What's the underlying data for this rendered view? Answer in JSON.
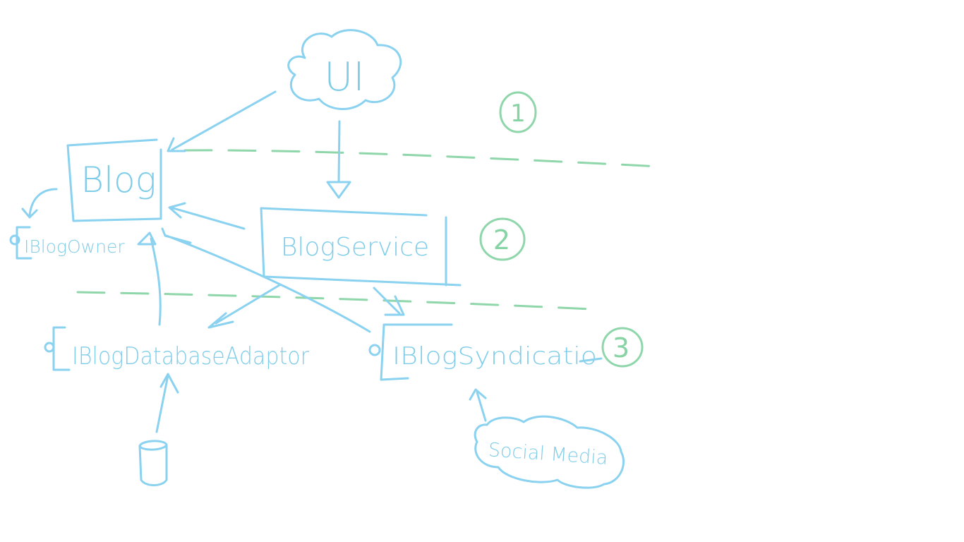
{
  "diagram": {
    "colors": {
      "ink": "#8ad2ef",
      "layer_marker": "#8fd6aa",
      "background": "#ffffff"
    },
    "nodes": {
      "ui": "UI",
      "blog": "Blog",
      "blog_service": "BlogService",
      "iblog_owner": "IBlogOwner",
      "iblog_database_adapter": "IBlogDatabaseAdaptor",
      "iblog_syndication": "IBlogSyndicatio",
      "social_media": "Social Media"
    },
    "layers": [
      "1",
      "2",
      "3"
    ]
  }
}
